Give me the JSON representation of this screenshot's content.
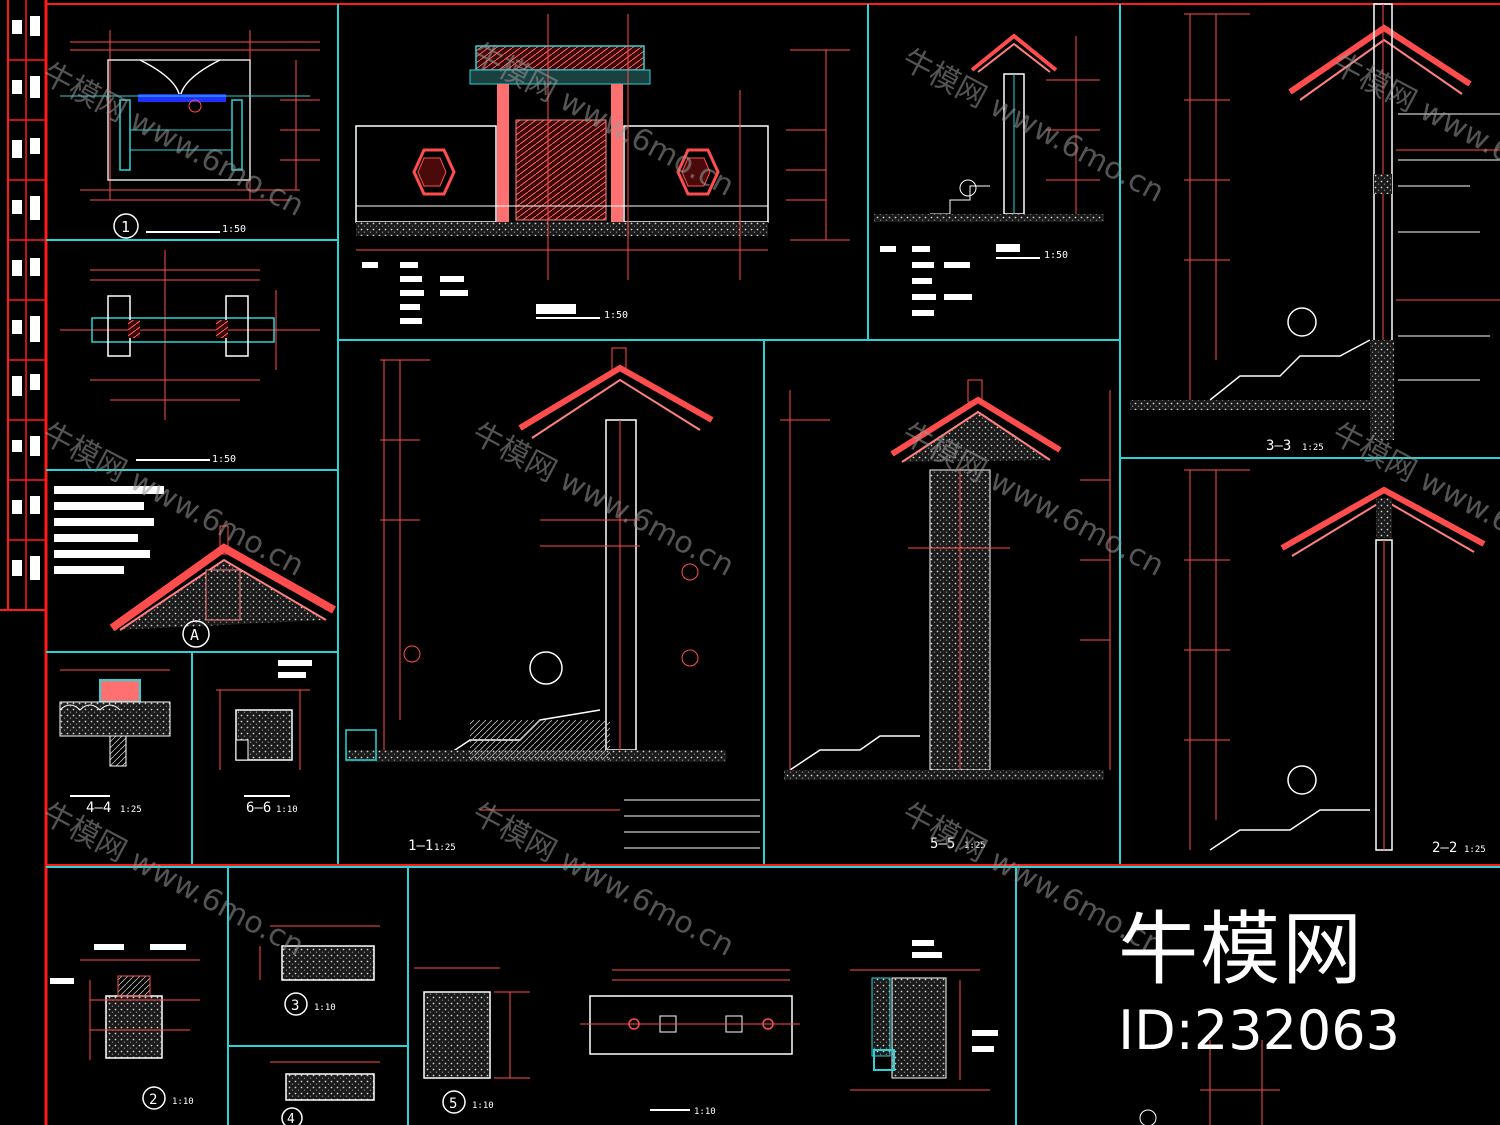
{
  "drawings": [
    {
      "name": "plan-1",
      "tag": "1",
      "scale": "1:50"
    },
    {
      "name": "plan-top",
      "tag": "",
      "scale": "1:50"
    },
    {
      "name": "elevation-main",
      "tag": "",
      "scale": "1:50"
    },
    {
      "name": "side-elevation",
      "tag": "",
      "scale": "1:50"
    },
    {
      "name": "section-3-3",
      "tag": "3—3",
      "scale": "1:25"
    },
    {
      "name": "detail-a",
      "tag": "A",
      "scale": ""
    },
    {
      "name": "section-1-1",
      "tag": "1—1",
      "scale": "1:25"
    },
    {
      "name": "section-5-5",
      "tag": "5—5",
      "scale": "1:25"
    },
    {
      "name": "section-2-2",
      "tag": "2—2",
      "scale": "1:25"
    },
    {
      "name": "section-4-4",
      "tag": "4—4",
      "scale": "1:25"
    },
    {
      "name": "section-6-6",
      "tag": "6—6",
      "scale": "1:10"
    },
    {
      "name": "detail-2",
      "tag": "2",
      "scale": "1:10"
    },
    {
      "name": "detail-3",
      "tag": "3",
      "scale": "1:10"
    },
    {
      "name": "detail-4",
      "tag": "4",
      "scale": ""
    },
    {
      "name": "detail-5",
      "tag": "5",
      "scale": "1:10"
    },
    {
      "name": "detail-7",
      "tag": "",
      "scale": "1:10"
    }
  ],
  "watermark": {
    "text": "牛模网 www.6mo.cn"
  },
  "brand": {
    "name": "牛模网",
    "id": "ID:232063"
  },
  "colors": {
    "background": "#000000",
    "frame": "#ff1a1a",
    "grid": "#2ad4d4",
    "line": "#ff4d4d",
    "white": "#ffffff"
  }
}
